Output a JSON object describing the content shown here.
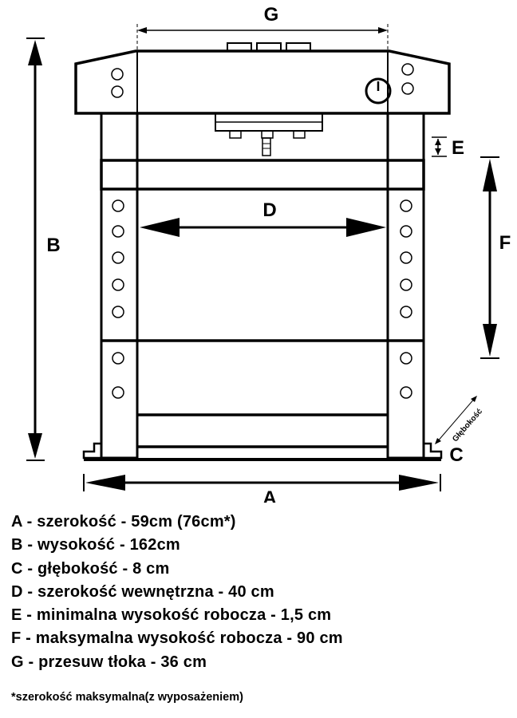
{
  "labels": {
    "a": "A",
    "b": "B",
    "c": "C",
    "d": "D",
    "e": "E",
    "f": "F",
    "g": "G",
    "depth": "Głębokość"
  },
  "legend": [
    "A - szerokość - 59cm (76cm*)",
    "B - wysokość - 162cm",
    "C - głębokość - 8 cm",
    "D - szerokość wewnętrzna - 40 cm",
    "E - minimalna wysokość robocza - 1,5 cm",
    "F - maksymalna wysokość robocza - 90 cm",
    "G - przesuw tłoka - 36 cm"
  ],
  "footnote": "*szerokość maksymalna(z wyposażeniem)"
}
